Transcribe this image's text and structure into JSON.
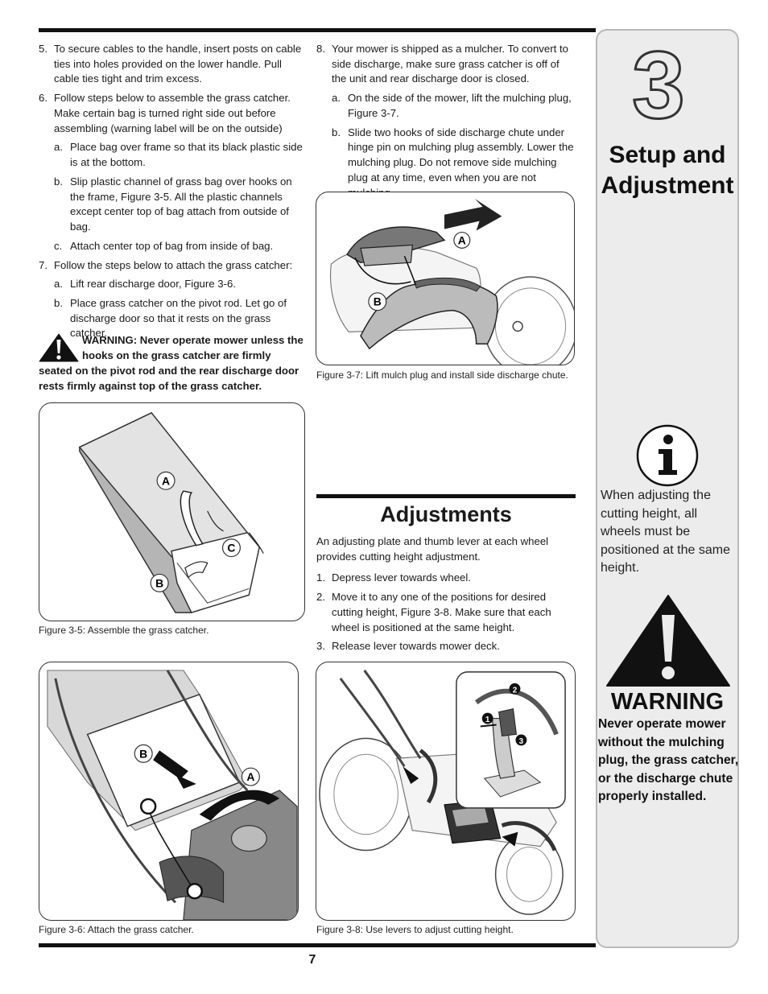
{
  "chapter": {
    "number": "3",
    "title_line1": "Setup and",
    "title_line2": "Adjustment"
  },
  "page_number": "7",
  "left_column": {
    "step5": {
      "num": "5.",
      "text": "To secure cables to the handle, insert posts on cable ties into holes provided on the lower handle. Pull cable ties tight and trim excess."
    },
    "step6": {
      "num": "6.",
      "text": "Follow steps below to assemble the grass catcher. Make certain bag is turned right side out before assembling (warning label will be on the outside)"
    },
    "step6a": {
      "num": "a.",
      "text": "Place bag over frame so that its black plastic side is at the bottom."
    },
    "step6b": {
      "num": "b.",
      "text": "Slip plastic channel of grass bag over hooks on the frame, Figure 3-5. All the plastic channels except center top of bag attach from outside of bag."
    },
    "step6c": {
      "num": "c.",
      "text": "Attach center top of bag from inside of bag."
    },
    "step7": {
      "num": "7.",
      "text": "Follow the steps below to attach the grass catcher:"
    },
    "step7a": {
      "num": "a.",
      "text": "Lift rear discharge door, Figure 3-6."
    },
    "step7b": {
      "num": "b.",
      "text": "Place grass catcher on the pivot rod. Let go of discharge door so that it rests on the grass catcher."
    },
    "warning": "WARNING: Never operate mower unless the hooks on the grass catcher are firmly seated on the pivot rod and the rear discharge door rests firmly against top of the grass catcher."
  },
  "right_column": {
    "step8": {
      "num": "8.",
      "text": "Your mower is shipped as a mulcher. To convert to side discharge, make sure grass catcher is off of the unit and rear discharge door is closed."
    },
    "step8a": {
      "num": "a.",
      "text": "On the side of the mower, lift the mulching plug, Figure 3-7."
    },
    "step8b": {
      "num": "b.",
      "text": "Slide two hooks of side discharge chute under hinge pin on mulching plug assembly. Lower the mulching plug. Do not remove side mulching plug at any time, even when you are not mulching."
    }
  },
  "figures": {
    "fig37": {
      "caption": "Figure 3-7: Lift mulch plug and install side discharge chute.",
      "label_a": "A",
      "label_b": "B"
    },
    "fig35": {
      "caption": "Figure 3-5: Assemble the grass catcher.",
      "label_a": "A",
      "label_b": "B",
      "label_c": "C"
    },
    "fig36": {
      "caption": "Figure 3-6: Attach the grass catcher.",
      "label_a": "A",
      "label_b": "B"
    },
    "fig38": {
      "caption": "Figure 3-8: Use levers to adjust cutting height.",
      "callout1": "1",
      "callout2": "2",
      "callout3": "3"
    }
  },
  "adjustments": {
    "title": "Adjustments",
    "intro": "An adjusting plate and thumb lever at each wheel provides cutting height adjustment.",
    "step1": {
      "num": "1.",
      "text": "Depress lever towards wheel."
    },
    "step2": {
      "num": "2.",
      "text": "Move it to any one of the positions for desired cutting height, Figure 3-8. Make sure that each wheel is positioned at the same height."
    },
    "step3": {
      "num": "3.",
      "text": "Release lever towards mower deck."
    }
  },
  "sidebar": {
    "info_text": "When adjusting the cutting height, all wheels must be positioned at the same height.",
    "warning_heading": "WARNING",
    "warning_text": "Never operate mower without the mulching plug, the grass catcher, or the discharge chute properly installed."
  },
  "icons": {
    "info": "info-icon",
    "warning": "warning-triangle-icon"
  },
  "colors": {
    "sidebar_bg": "#ececec",
    "sidebar_border": "#b9b9b9",
    "rule": "#111111"
  }
}
